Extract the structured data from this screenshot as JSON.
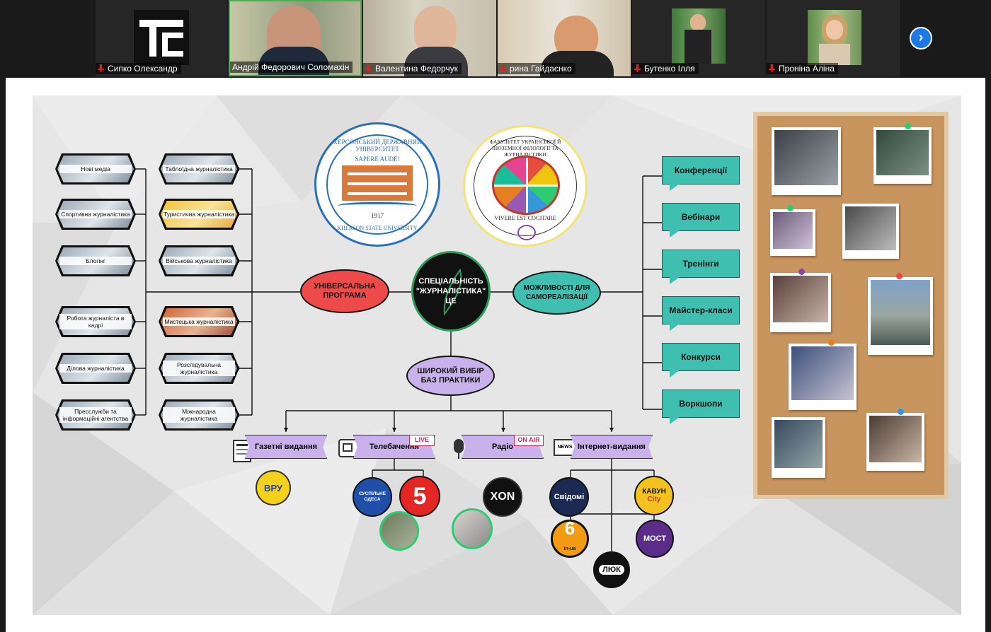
{
  "call": {
    "participants": [
      {
        "name": "Сипко Олександр",
        "muted": true
      },
      {
        "name": "Андрій Федорович Соломахін",
        "muted": false
      },
      {
        "name": "Валентина Федорчук",
        "muted": true
      },
      {
        "name": "рина Гайдаєнко",
        "muted": true
      },
      {
        "name": "Бутенко Ілля",
        "muted": true
      },
      {
        "name": "Проніна Аліна",
        "muted": true
      }
    ],
    "next_icon": "chevron-right-icon",
    "accent": "#1c7ae6"
  },
  "slide": {
    "center": {
      "line1": "СПЕЦІАЛЬНІСТЬ",
      "line2": "\"ЖУРНАЛІСТИКА\"",
      "line3": "ЦЕ"
    },
    "program": {
      "line1": "УНІВЕРСАЛЬНА",
      "line2": "ПРОГРАМА",
      "color": "#ef4a4a"
    },
    "self": {
      "line1": "МОЖЛИВОСТІ ДЛЯ",
      "line2": "САМОРЕАЛІЗАЦІЇ",
      "color": "#3fbfb0"
    },
    "practice": {
      "line1": "ШИРОКИЙ ВИБІР",
      "line2": "БАЗ ПРАКТИКИ",
      "color": "#c9b2ec"
    },
    "left_outer": [
      "Нові медіа",
      "Спортивна журналістика",
      "Блогінг",
      "Робота журналіста в кадрі",
      "Ділова журналістика",
      "Пресслужби та інформаційні агентства"
    ],
    "left_inner": [
      "Таблоїдна журналістика",
      "Туристична журналістика",
      "Військова журналістика",
      "Мистецька журналістика",
      "Розслідувальна журналістика",
      "Міжнародна журналістика"
    ],
    "opportunities": [
      "Конференції",
      "Вебінари",
      "Тренінги",
      "Майстер-класи",
      "Конкурси",
      "Воркшопи"
    ],
    "media": [
      {
        "label": "Газетні видання",
        "tag": ""
      },
      {
        "label": "Телебачення",
        "tag": "LIVE"
      },
      {
        "label": "Радіо",
        "tag": "ON AIR"
      },
      {
        "label": "Інтернет-видання",
        "tag": "NEWS"
      }
    ],
    "outlets": {
      "vru": "ВРУ",
      "suspilne_line1": "СУСПІЛЬНЕ",
      "suspilne_line2": "ОДЕСА",
      "five": "5",
      "xon": "XON",
      "svidomi": "Свідомі",
      "kavun_line1": "КАВУН",
      "kavun_line2": "City",
      "most": "МОСТ",
      "six_num": "6",
      "six_sub": "in-ua",
      "lyuk": "ЛЮК"
    },
    "logo_left": {
      "ring": "ХЕРСОНСЬКИЙ ДЕРЖАВНИЙ УНІВЕРСИТЕТ",
      "motto": "SAPERE AUDE!",
      "year": "1917",
      "bottom": "KHERSON STATE UNIVERSITY"
    },
    "logo_right": {
      "ring": "ФАКУЛЬТЕТ УКРАЇНСЬКОЇ Й ІНОЗЕМНОЇ ФІЛОЛОГІЇ ТА ЖУРНАЛІСТИКИ",
      "motto": "VIVERE EST COGITARE"
    }
  }
}
